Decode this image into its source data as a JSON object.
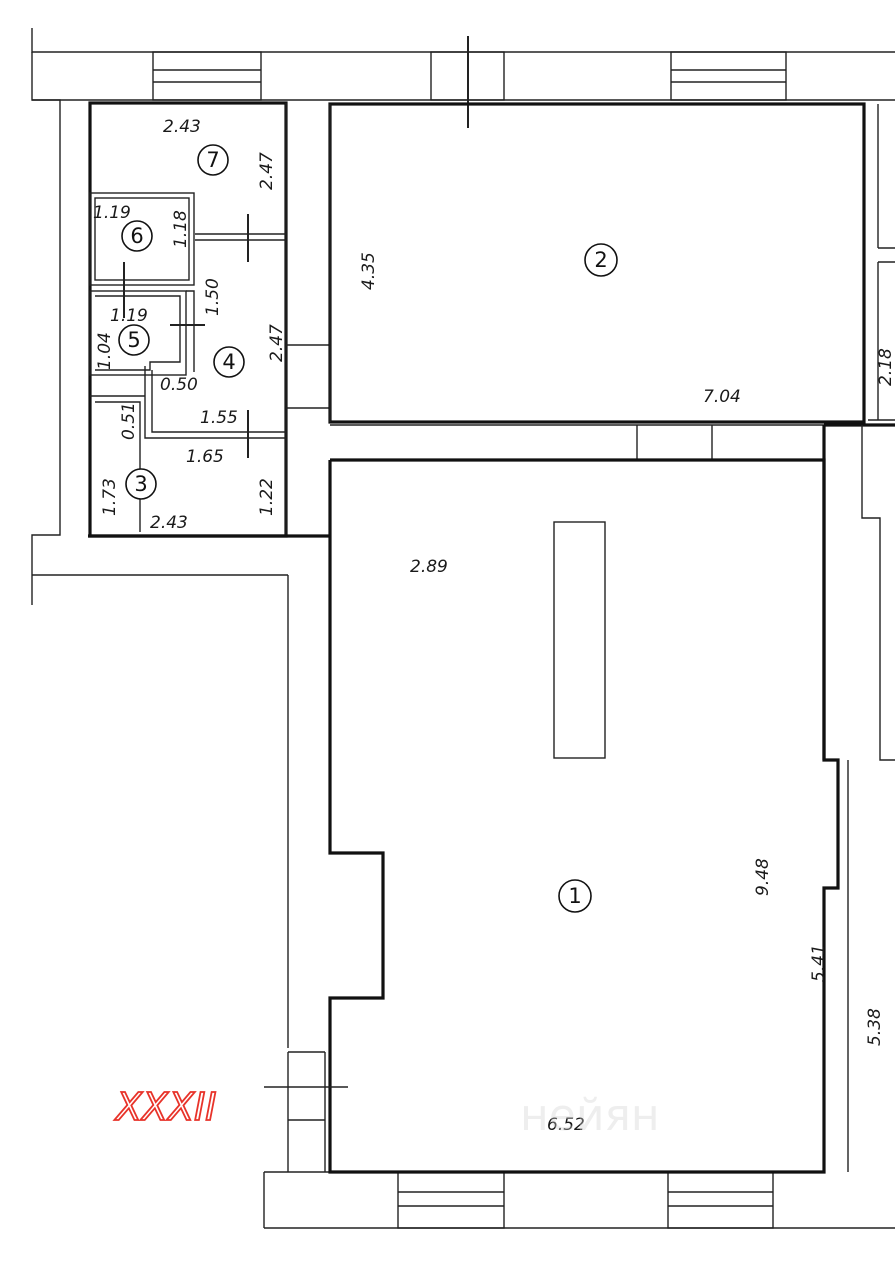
{
  "plan": {
    "rooms": [
      {
        "id": "room-1",
        "number": "1"
      },
      {
        "id": "room-2",
        "number": "2"
      },
      {
        "id": "room-3",
        "number": "3"
      },
      {
        "id": "room-4",
        "number": "4"
      },
      {
        "id": "room-5",
        "number": "5"
      },
      {
        "id": "room-6",
        "number": "6"
      },
      {
        "id": "room-7",
        "number": "7"
      }
    ],
    "dimensions": {
      "r7_w": "2.43",
      "r7_h": "2.47",
      "r6_w": "1.19",
      "r6_h": "1.18",
      "r5_w": "1.19",
      "r5_h": "1.04",
      "r4_a": "1.50",
      "r4_b": "2.47",
      "r4_c": "0.50",
      "r3_a": "0.51",
      "r3_b": "1.55",
      "r3_c": "1.65",
      "r3_d": "1.73",
      "r3_e": "1.22",
      "r3_f": "2.43",
      "r2_h": "4.35",
      "r2_w": "7.04",
      "r2_side": "2.18",
      "r1_a": "2.89",
      "r1_b": "9.48",
      "r1_c": "5.41",
      "r1_d": "6.52",
      "r1_side": "5.38"
    },
    "section_label": "XXXII",
    "watermark": "нейян"
  }
}
